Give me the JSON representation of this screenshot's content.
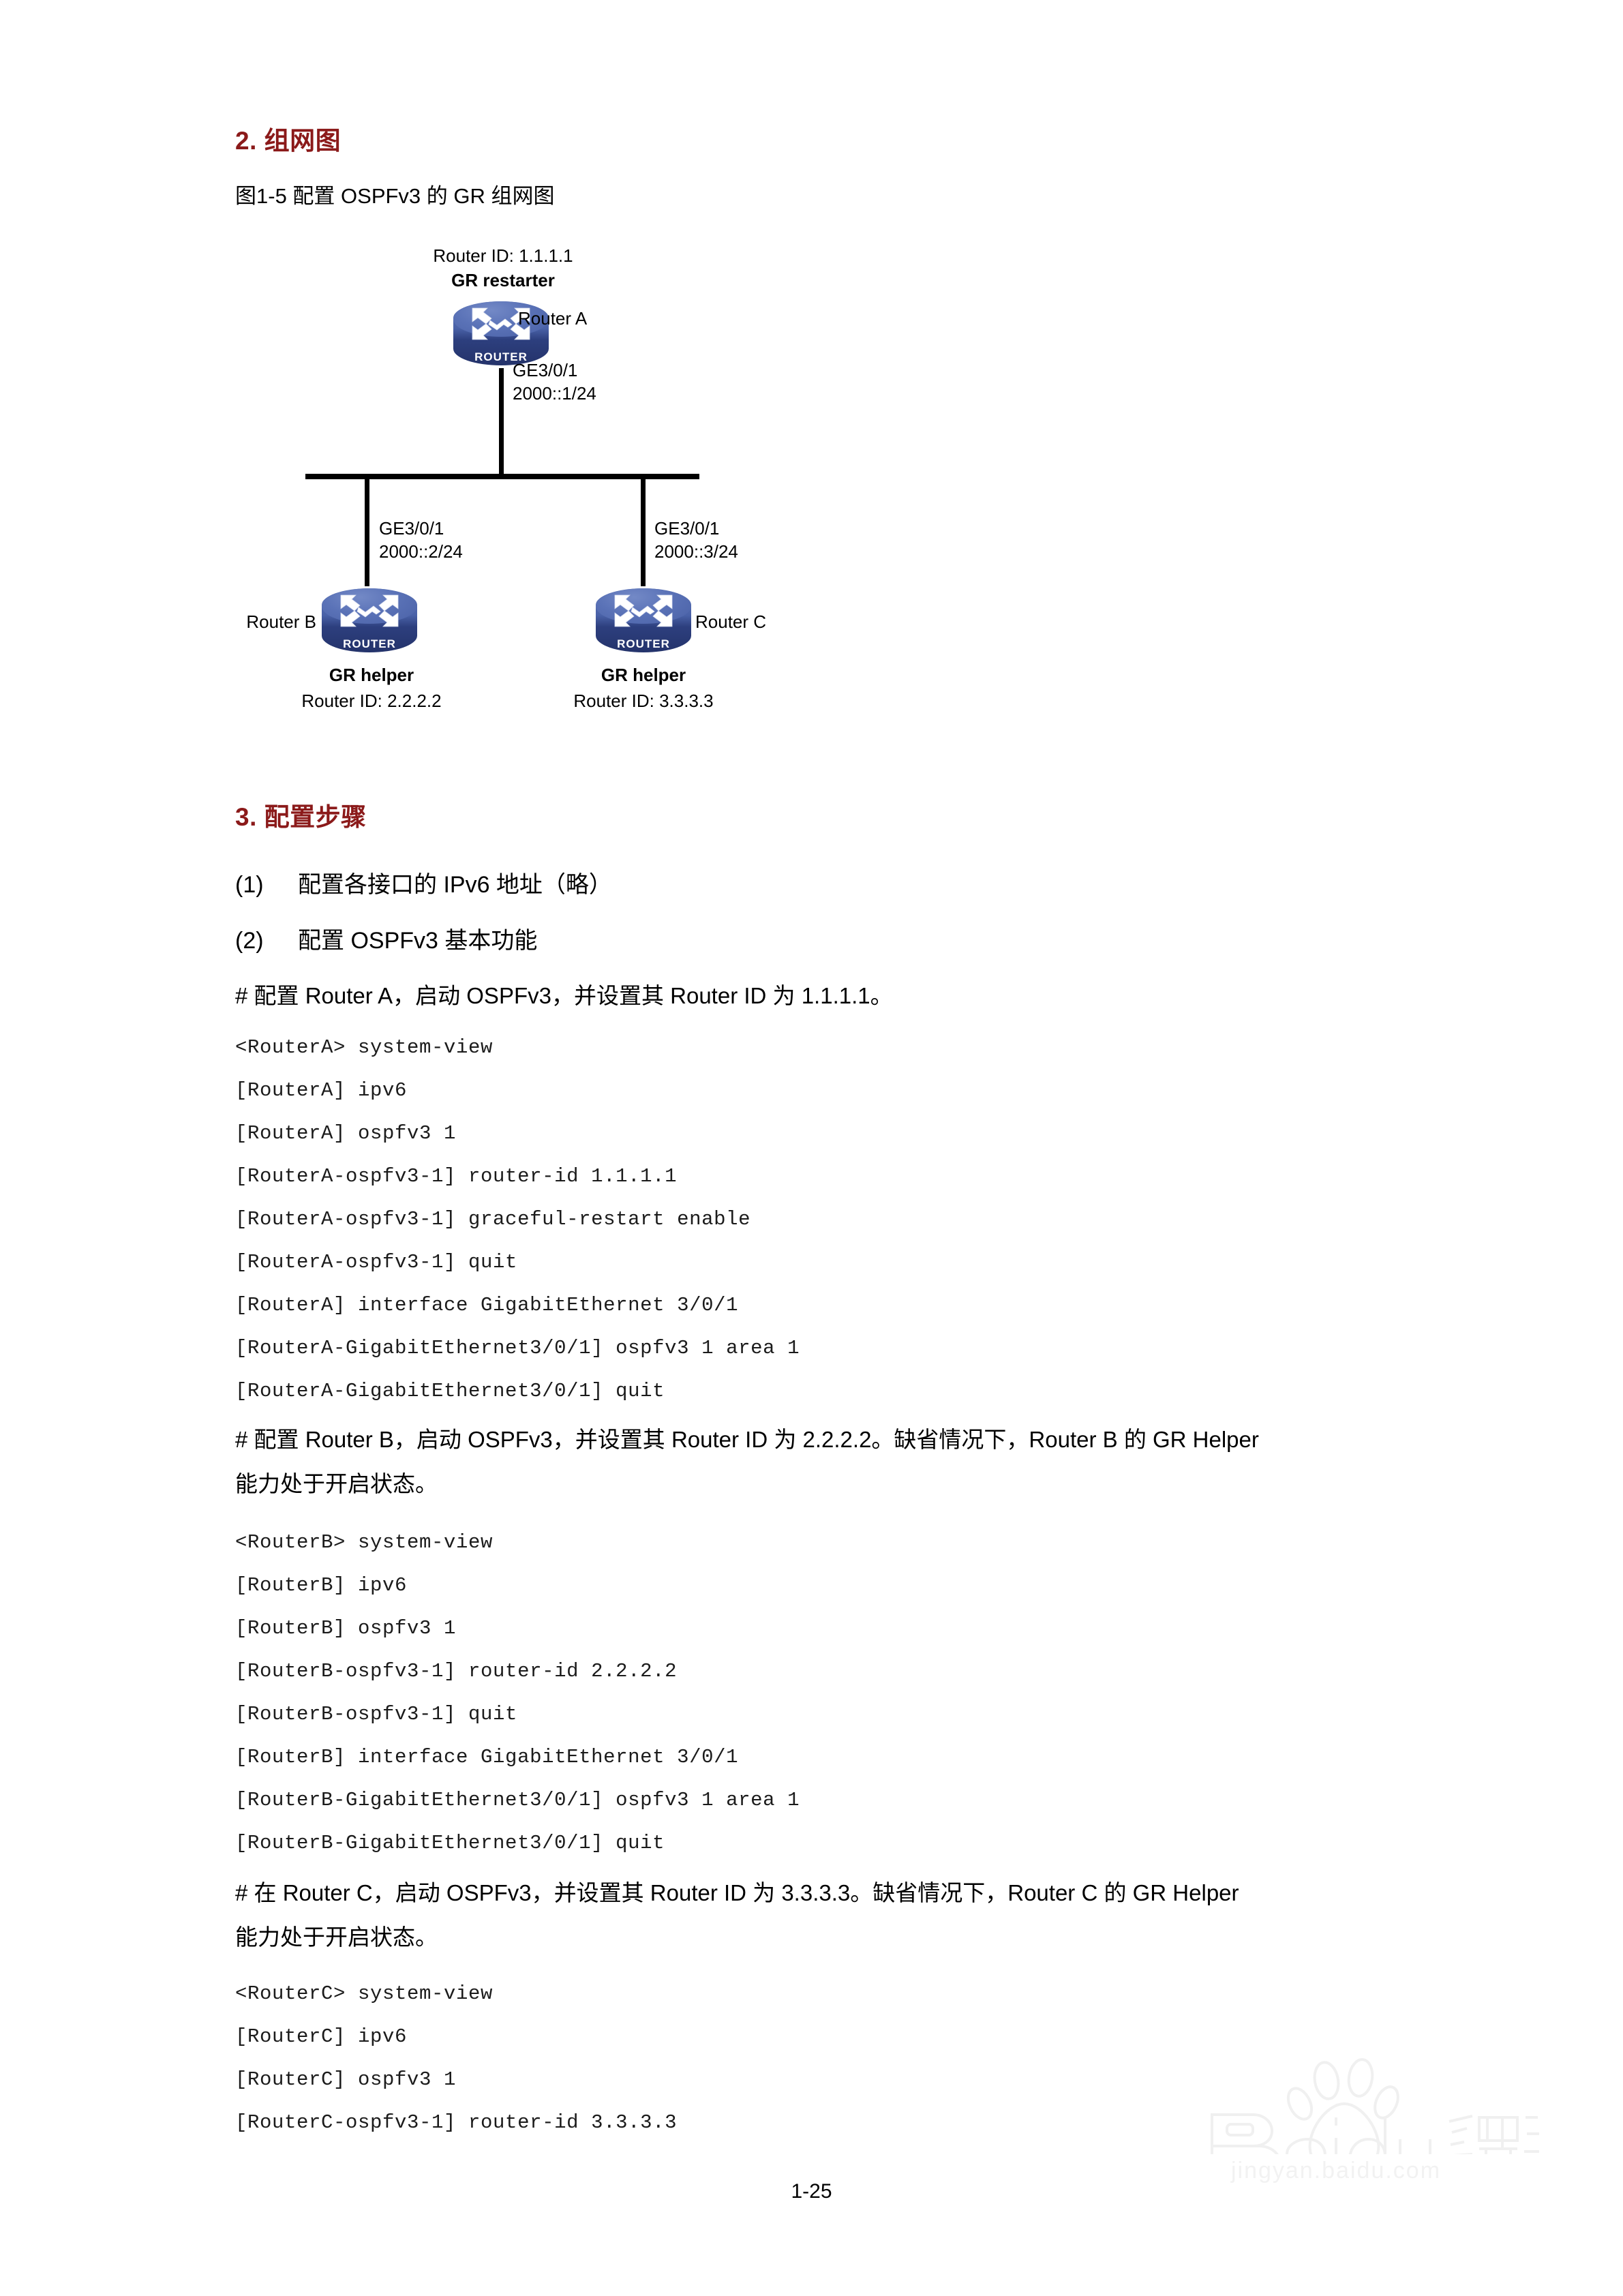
{
  "page": {
    "number": "1-25"
  },
  "sections": {
    "networking_diagram_heading": "2. 组网图",
    "figure_caption": "图1-5  配置 OSPFv3 的 GR 组网图",
    "config_steps_heading": "3. 配置步骤"
  },
  "diagram": {
    "router_a": {
      "router_id": "Router ID: 1.1.1.1",
      "role": "GR restarter",
      "name": "Router A",
      "interface": "GE3/0/1",
      "address": "2000::1/24",
      "icon_label": "ROUTER"
    },
    "router_b": {
      "name": "Router B",
      "role": "GR helper",
      "router_id": "Router ID: 2.2.2.2",
      "interface": "GE3/0/1",
      "address": "2000::2/24",
      "icon_label": "ROUTER"
    },
    "router_c": {
      "name": "Router C",
      "role": "GR helper",
      "router_id": "Router ID: 3.3.3.3",
      "interface": "GE3/0/1",
      "address": "2000::3/24",
      "icon_label": "ROUTER"
    }
  },
  "steps": [
    {
      "number": "(1)",
      "text": "配置各接口的 IPv6 地址（略）"
    },
    {
      "number": "(2)",
      "text": "配置 OSPFv3 基本功能"
    }
  ],
  "blocks": {
    "router_a_intro": "# 配置 Router A，启动 OSPFv3，并设置其 Router ID 为 1.1.1.1。",
    "router_a_commands": [
      "<RouterA> system-view",
      "[RouterA] ipv6",
      "[RouterA] ospfv3 1",
      "[RouterA-ospfv3-1] router-id 1.1.1.1",
      "[RouterA-ospfv3-1] graceful-restart enable",
      "[RouterA-ospfv3-1] quit",
      "[RouterA] interface GigabitEthernet 3/0/1",
      "[RouterA-GigabitEthernet3/0/1] ospfv3 1 area 1",
      "[RouterA-GigabitEthernet3/0/1] quit"
    ],
    "router_b_intro_line1": "# 配置 Router B，启动 OSPFv3，并设置其 Router ID 为 2.2.2.2。缺省情况下，Router B 的 GR Helper",
    "router_b_intro_line2": "能力处于开启状态。",
    "router_b_commands": [
      "<RouterB> system-view",
      "[RouterB] ipv6",
      "[RouterB] ospfv3 1",
      "[RouterB-ospfv3-1] router-id 2.2.2.2",
      "[RouterB-ospfv3-1] quit",
      "[RouterB] interface GigabitEthernet 3/0/1",
      "[RouterB-GigabitEthernet3/0/1] ospfv3 1 area 1",
      "[RouterB-GigabitEthernet3/0/1] quit"
    ],
    "router_c_intro_line1": "# 在 Router C，启动 OSPFv3，并设置其 Router ID 为 3.3.3.3。缺省情况下，Router C 的 GR Helper",
    "router_c_intro_line2": "能力处于开启状态。",
    "router_c_commands": [
      "<RouterC> system-view",
      "[RouterC] ipv6",
      "[RouterC] ospfv3 1",
      "[RouterC-ospfv3-1] router-id 3.3.3.3"
    ]
  },
  "watermark": {
    "brand": "Baidu",
    "suffix": "经验",
    "url": "jingyan.baidu.com"
  },
  "colors": {
    "heading_red": "#8B1A1A",
    "router_blue": "#4a62a8",
    "router_blue_dark": "#24336b",
    "watermark_gray": "#f2f2f2"
  }
}
